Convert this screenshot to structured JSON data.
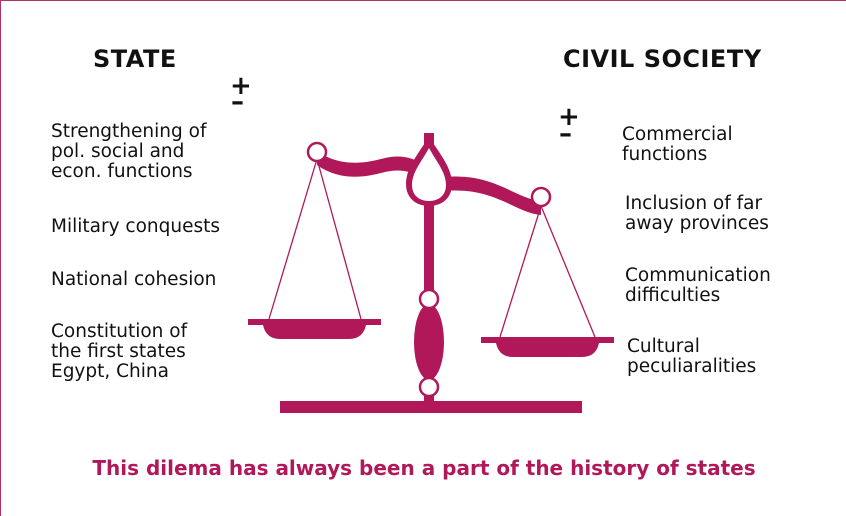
{
  "colors": {
    "accent": "#b0185a",
    "text": "#111111"
  },
  "headings": {
    "left": "STATE",
    "right": "CIVIL SOCIETY"
  },
  "markers": {
    "left_plus": "+",
    "left_minus": "–",
    "right_plus": "+",
    "right_minus": "–"
  },
  "left_items": [
    "Strengthening of\npol. social and\necon. functions",
    "Military conquests",
    "National cohesion",
    "Constitution of\nthe first states\nEgypt, China"
  ],
  "right_items": [
    "Commercial\nfunctions",
    "Inclusion of far\naway provinces",
    "Communication\ndifficulties",
    "Cultural\npeculiaralities"
  ],
  "footer": "This dilema has always been a part of the history of states",
  "icons": {
    "scale": "balance-scale-icon"
  }
}
